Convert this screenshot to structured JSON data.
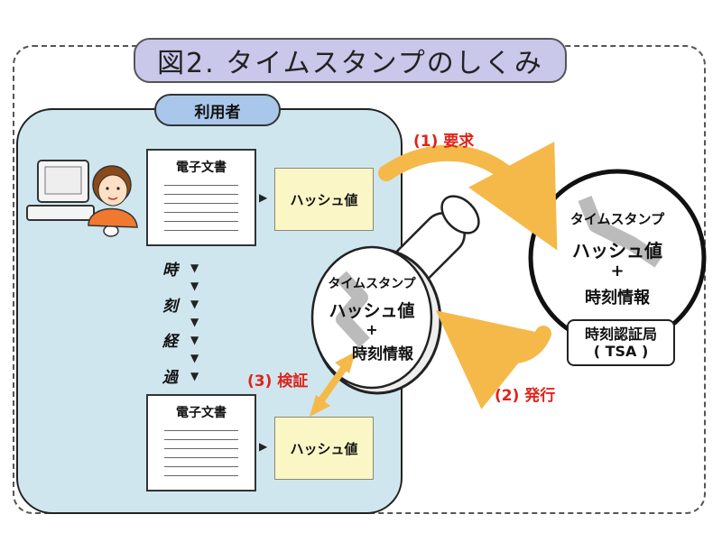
{
  "title": "図2. タイムスタンプのしくみ",
  "user_label": "利用者",
  "doc_top": {
    "title": "電子文書",
    "hash": "ハッシュ値"
  },
  "doc_bottom": {
    "title": "電子文書",
    "hash": "ハッシュ値"
  },
  "time_passage": [
    "時",
    "刻",
    "経",
    "過"
  ],
  "steps": {
    "request": "(1) 要求",
    "issue": "(2) 発行",
    "verify": "(3) 検証"
  },
  "stamp": {
    "label": "タイムスタンプ",
    "hash": "ハッシュ値",
    "plus": "+",
    "time_info": "時刻情報"
  },
  "tsa": {
    "label": "タイムスタンプ",
    "hash": "ハッシュ値",
    "plus": "+",
    "time_info": "時刻情報",
    "authority": "時刻認証局",
    "authority_abbr": "( TSA )"
  },
  "colors": {
    "title_bg": "#c9c7ea",
    "user_bg": "#cfe6ef",
    "hash_bg": "#fbf6c6",
    "arrow": "#f5b94a",
    "red_text": "#e0221a"
  }
}
